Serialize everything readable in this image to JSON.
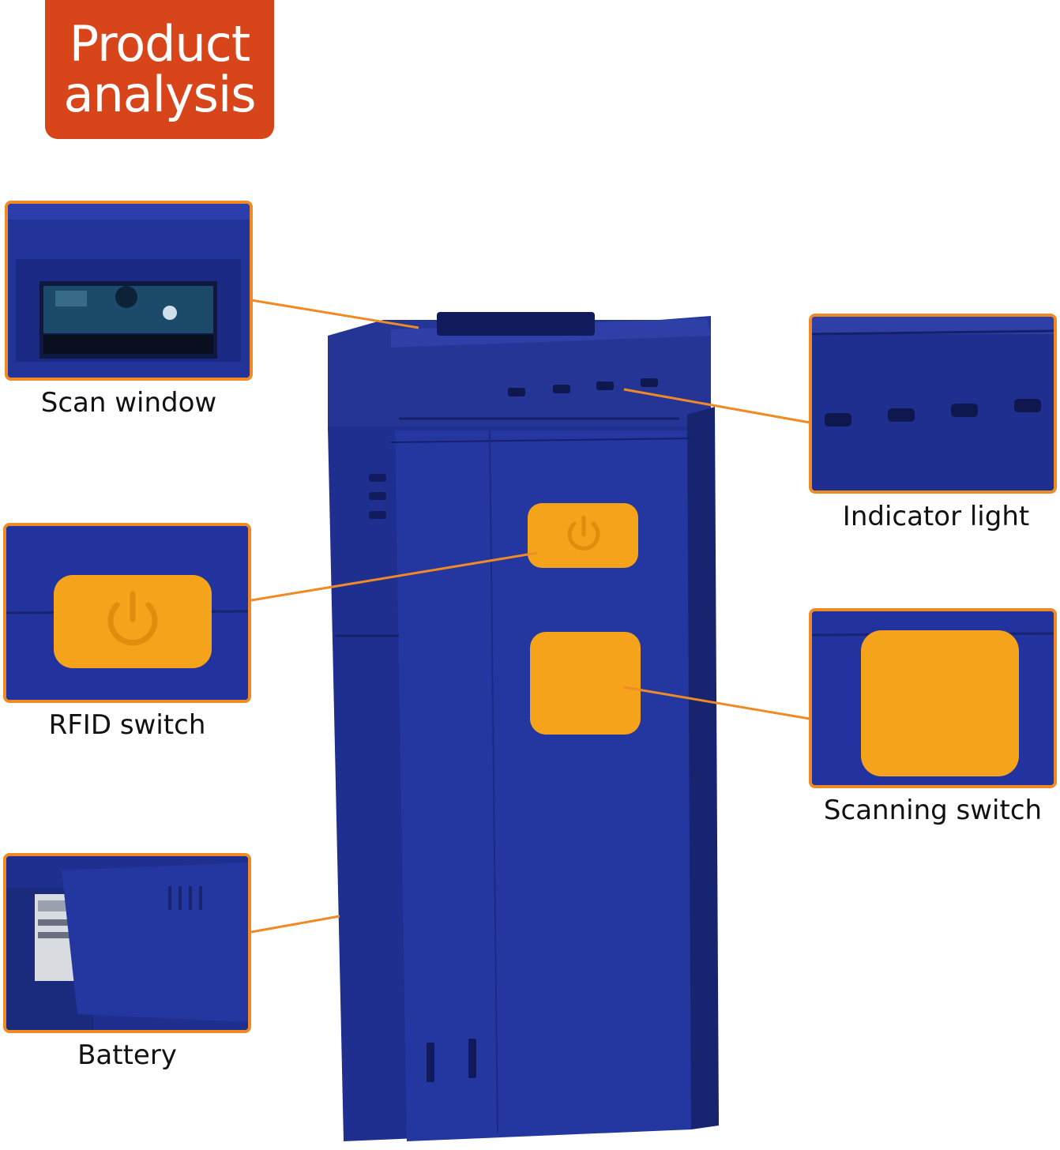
{
  "badge": {
    "line1": "Product",
    "line2": "analysis"
  },
  "callouts": {
    "scan_window": "Scan window",
    "indicator_light": "Indicator light",
    "rfid_switch": "RFID switch",
    "scanning_switch": "Scanning switch",
    "battery": "Battery"
  },
  "colors": {
    "badge": "#d9451b",
    "frame": "#f08a24",
    "device_body": "#1e2f8c",
    "button": "#f5a31a"
  },
  "icons": {
    "rfid_button": "power-icon"
  }
}
